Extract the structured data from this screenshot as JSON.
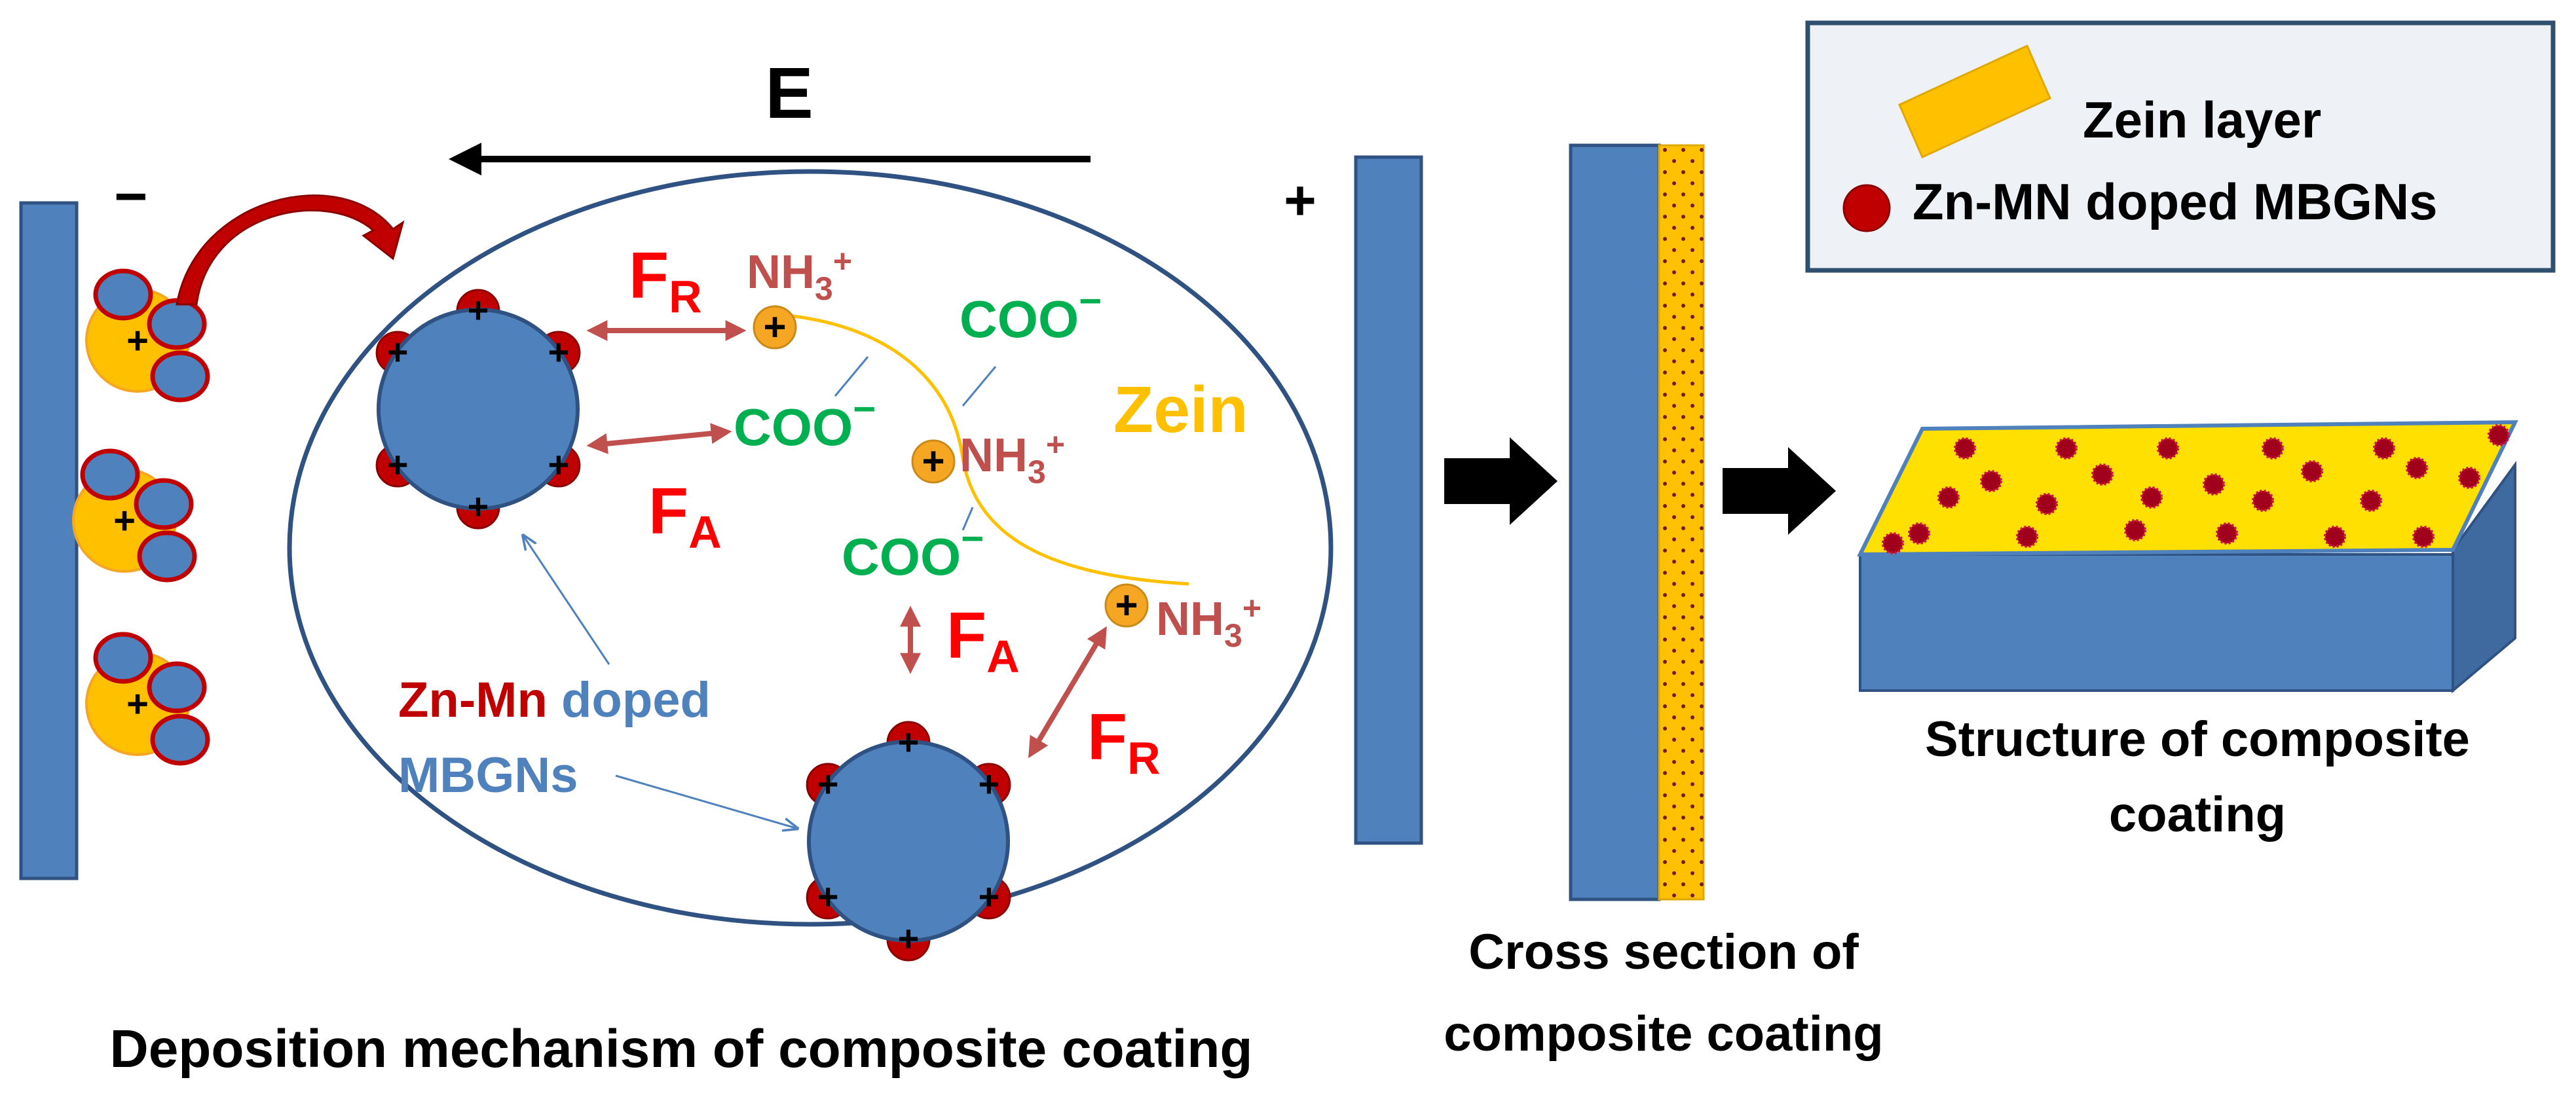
{
  "title": "Deposition mechanism of composite coating",
  "cross_section_title": [
    "Cross section of",
    "composite coating"
  ],
  "structure_title": [
    "Structure of composite",
    "coating"
  ],
  "field": {
    "label": "E"
  },
  "electrodes": {
    "negative_sign": "−",
    "positive_sign": "+"
  },
  "legend": {
    "zein": "Zein layer",
    "particles": "Zn-MN doped MBGNs"
  },
  "chemistry": {
    "ammonium_base": "NH",
    "ammonium_sub": "3",
    "ammonium_sup": "+",
    "carboxylate_base": "COO",
    "carboxylate_sup": "−",
    "zein": "Zein",
    "plus": "+"
  },
  "forces": {
    "letter": "F",
    "repulsive_sub": "R",
    "attractive_sub": "A"
  },
  "particle_label": {
    "line1_a": "Zn-Mn",
    "line1_b": " doped",
    "line2": "MBGNs"
  },
  "colors": {
    "electrode": "#4f81bd",
    "electrode_stroke": "#2f5283",
    "zein": "#ffc000",
    "zein_light": "#ffe000",
    "dopant": "#c00000",
    "ellipse": "#2f5283",
    "force_arrow": "#c0504d",
    "force_text": "#ff0000",
    "ammonium": "#c0504d",
    "carboxylate": "#00b050",
    "zein_text": "#ffc000",
    "particle_label_red": "#c00000",
    "particle_label_blue": "#4f81bd",
    "legend_border": "#2f4f6f",
    "legend_bg": "#eef1f6"
  }
}
